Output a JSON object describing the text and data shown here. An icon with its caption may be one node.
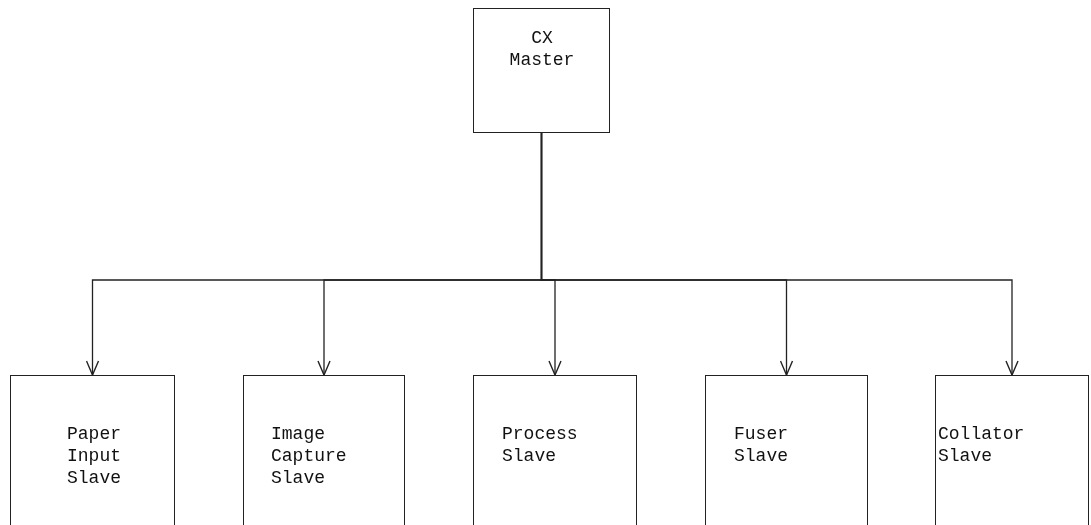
{
  "diagram": {
    "nodes": [
      {
        "text": [
          "CX Master"
        ]
      },
      {
        "text": [
          "Paper Input Slave"
        ]
      },
      {
        "text": [
          "Image Capture Slave"
        ]
      },
      {
        "text": [
          "Process Slave"
        ]
      },
      {
        "text": [
          "Fuser Slave"
        ]
      },
      {
        "text": [
          "Collator Slave"
        ]
      }
    ],
    "edges": [
      {
        "from": 0,
        "to": 1,
        "arrow": "to"
      },
      {
        "from": 0,
        "to": 2,
        "arrow": "to"
      },
      {
        "from": 0,
        "to": 3,
        "arrow": "to"
      },
      {
        "from": 0,
        "to": 4,
        "arrow": "to"
      },
      {
        "from": 0,
        "to": 5,
        "arrow": "to"
      }
    ]
  }
}
